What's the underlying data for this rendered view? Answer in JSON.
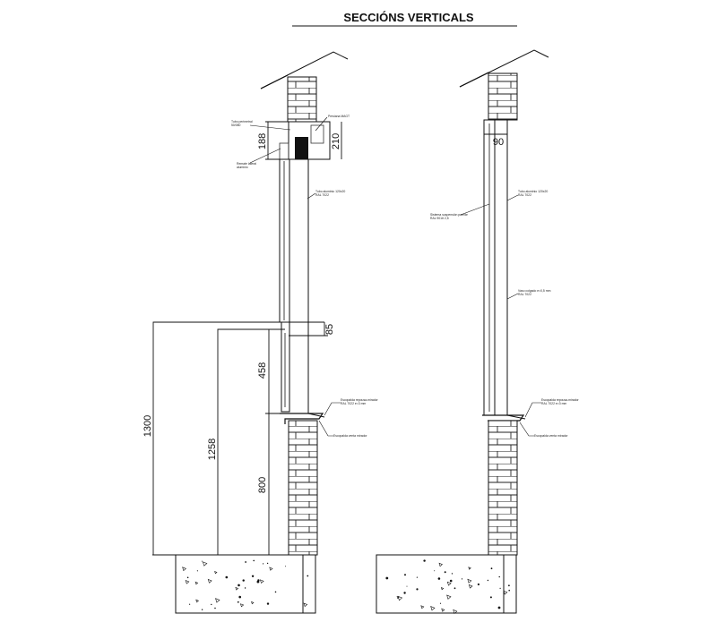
{
  "title": "SECCIÓNS VERTICALS",
  "left_section": {
    "dims": {
      "d188": "188",
      "d210": "210",
      "d85": "85",
      "d458": "458",
      "d1300": "1300",
      "d1258": "1258",
      "d800": "800"
    },
    "notes": {
      "n1": "Tubo perimetral",
      "n1b": "50/080",
      "n2": "Persiana MAGT",
      "n3": "Remate lateral",
      "n3b": "aluminio",
      "n4": "Tubo aluminio 120x20",
      "n4b": "RAL 7022",
      "n5": "Escopalda repousa-mirador",
      "n5b": "RAL 7022 e=3 mm",
      "n6": "Escopalda venta mirador"
    }
  },
  "right_section": {
    "dims": {
      "d90": "90"
    },
    "notes": {
      "n1": "Tubo aluminio 120x20",
      "n1b": "RAL 7022",
      "n2": "Sistema suspensión parede",
      "n2b": "RAL 9016 2,5",
      "n3": "Vaso colgado e=0,5 mm",
      "n3b": "RAL 7022",
      "n4": "Escopalda repousa-mirador",
      "n4b": "RAL 7022 e=3 mm",
      "n5": "Escopalda venta mirador"
    }
  }
}
